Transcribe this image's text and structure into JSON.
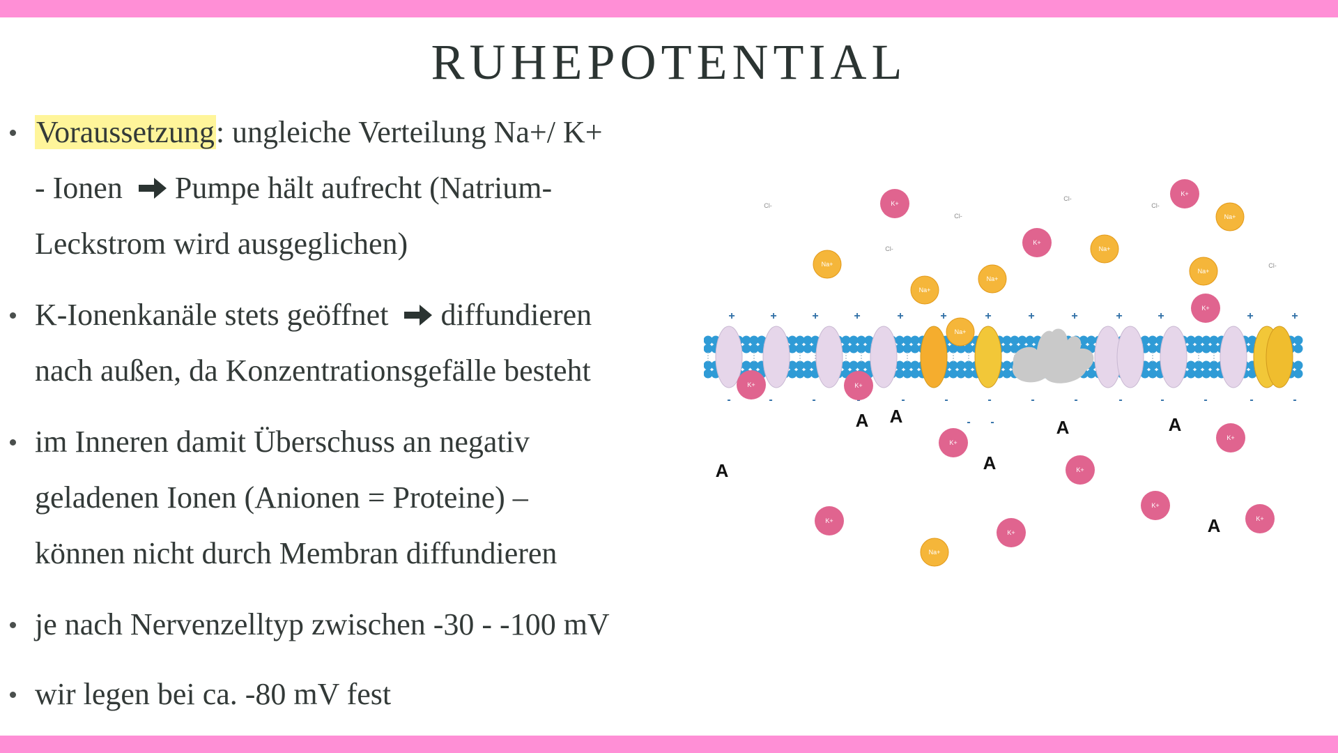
{
  "colors": {
    "accent": "#ff8fd6",
    "highlight": "#fff59a",
    "potassium": "#e0648f",
    "sodium": "#f5b63a",
    "lipid_head": "#2f9bd6",
    "channel": "#e6d6ea",
    "pump": "#c9c9c9"
  },
  "title": "RUHEPOTENTIAL",
  "bullets": [
    {
      "lines": [
        {
          "highlight": "Voraussetzung",
          "text": ": ungleiche Verteilung Na+/ K+"
        },
        {
          "text_before": "- Ionen",
          "icon": "right-arrow-icon",
          "text_after": "Pumpe hält aufrecht (Natrium-"
        },
        {
          "text": "Leckstrom wird ausgeglichen)"
        }
      ]
    },
    {
      "lines": [
        {
          "text_before": "K-Ionenkanäle stets geöffnet",
          "icon": "right-arrow-icon",
          "text_after": "diffundieren"
        },
        {
          "text": "nach außen, da Konzentrationsgefälle besteht"
        }
      ]
    },
    {
      "lines": [
        {
          "text": "im Inneren damit Überschuss an negativ"
        },
        {
          "text": "geladenen Ionen (Anionen = Proteine) –"
        },
        {
          "text": "können nicht durch Membran diffundieren"
        }
      ]
    },
    {
      "lines": [
        {
          "text": "je nach Nervenzelltyp zwischen -30 - -100 mV"
        }
      ]
    },
    {
      "lines": [
        {
          "text": "wir legen bei ca. -80 mV fest"
        }
      ]
    }
  ],
  "diagram": {
    "labels": {
      "potassium": "K+",
      "sodium": "Na+",
      "chloride": "Cl-",
      "anion": "A",
      "plus": "+",
      "minus": "-"
    }
  }
}
